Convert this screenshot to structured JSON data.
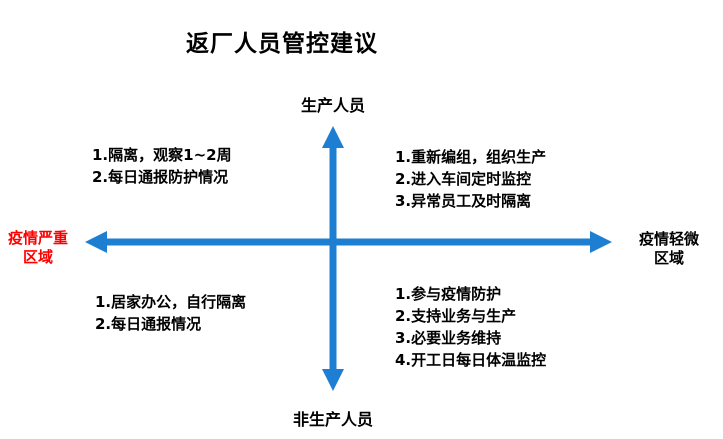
{
  "title": "返厂人员管控建议",
  "axes": {
    "top": "生产人员",
    "bottom": "非生产人员",
    "left_line1": "疫情严重",
    "left_line2": "区域",
    "right_line1": "疫情轻微",
    "right_line2": "区域"
  },
  "quadrants": {
    "top_left": [
      "1.隔离，观察1~2周",
      "2.每日通报防护情况"
    ],
    "top_right": [
      "1.重新编组，组织生产",
      "2.进入车间定时监控",
      "3.异常员工及时隔离"
    ],
    "bottom_left": [
      "1.居家办公，自行隔离",
      "2.每日通报情况"
    ],
    "bottom_right": [
      "1.参与疫情防护",
      "2.支持业务与生产",
      "3.必要业务维持",
      "4.开工日每日体温监控"
    ]
  },
  "colors": {
    "arrow_blue": "#1e7fd2",
    "left_label_red": "#ff0000",
    "text_black": "#000000"
  }
}
